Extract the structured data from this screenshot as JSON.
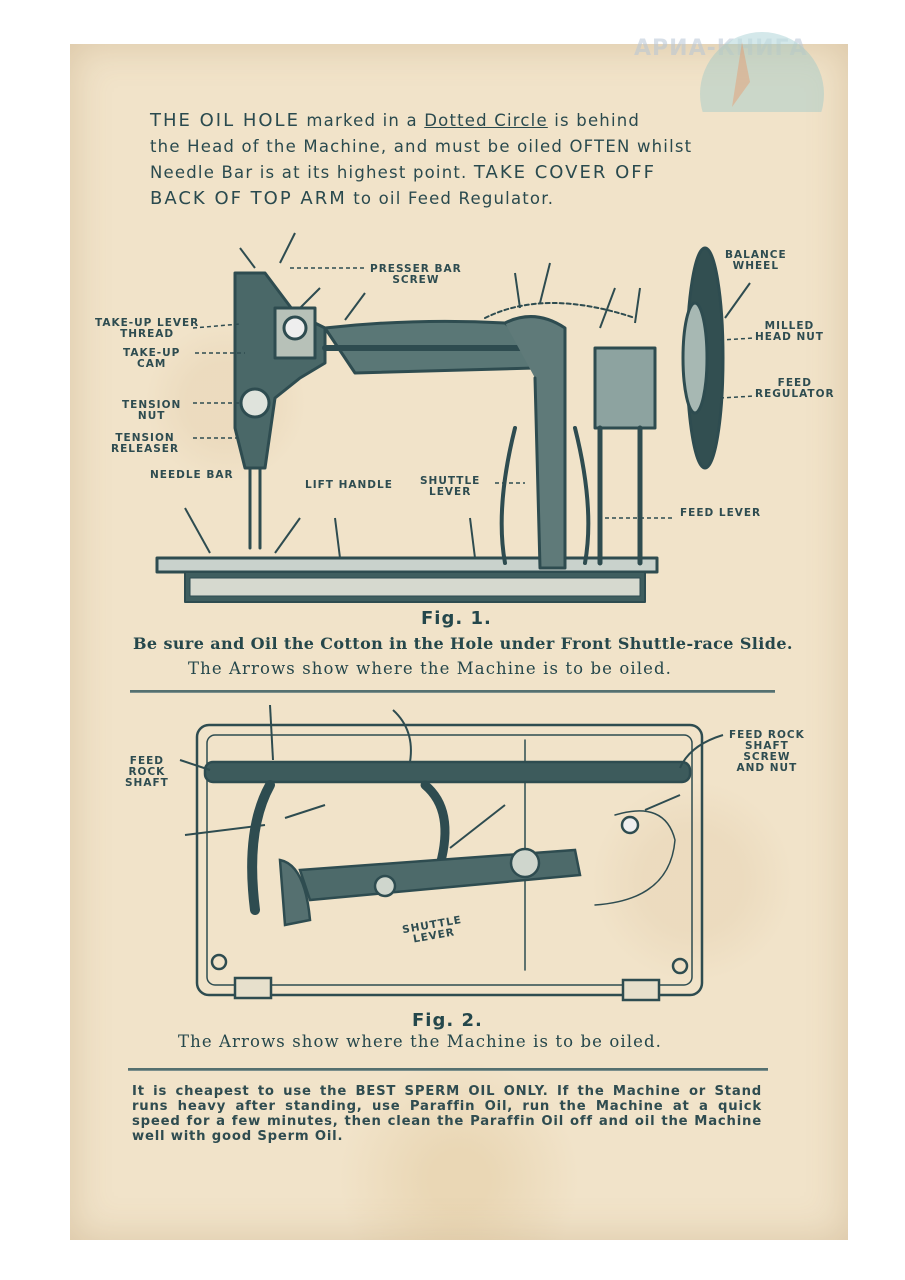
{
  "watermark": {
    "text": "АРИА-КНИГА"
  },
  "intro": {
    "l1a": "THE OIL HOLE",
    "l1b": " marked in a ",
    "l1c": "Dotted Circle",
    "l1d": " is behind",
    "l2": "the Head of the Machine, and must be oiled OFTEN whilst",
    "l3a": "Needle Bar is at its highest point.  ",
    "l3b": "TAKE COVER OFF",
    "l4a": "BACK OF TOP ARM",
    "l4b": " to oil Feed Regulator."
  },
  "fig1": {
    "labels": {
      "presser_bar_screw": "PRESSER BAR\nSCREW",
      "balance_wheel": "BALANCE\nWHEEL",
      "take_up_lever_thread": "TAKE-UP LEVER\nTHREAD",
      "take_up_cam": "TAKE-UP\nCAM",
      "milled_head_nut": "MILLED\nHEAD NUT",
      "feed_regulator": "FEED\nREGULATOR",
      "tension_nut": "TENSION\nNUT",
      "tension_releaser": "TENSION\nRELEASER",
      "needle_bar": "NEEDLE BAR",
      "lift_handle": "LIFT HANDLE",
      "shuttle_lever": "SHUTTLE\nLEVER",
      "feed_lever": "FEED LEVER"
    },
    "title": "Fig. 1.",
    "caption1": "Be sure and Oil the Cotton in the Hole under Front Shuttle-race Slide.",
    "caption2": "The Arrows show where the Machine is to be oiled."
  },
  "fig2": {
    "labels": {
      "feed_rock_shaft": "FEED\nROCK\nSHAFT",
      "feed_rock_shaft_screw": "FEED ROCK\nSHAFT\nSCREW\nAND NUT",
      "shuttle_lever": "SHUTTLE\nLEVER"
    },
    "title": "Fig. 2.",
    "caption": "The Arrows show where the Machine is to be oiled."
  },
  "footer": {
    "text": "It is cheapest to use the BEST SPERM OIL ONLY.  If the Machine or Stand runs heavy after standing, use Paraffin Oil, run the Machine at a quick speed for a few minutes, then clean the Paraffin Oil off and oil the Machine well with good Sperm Oil."
  },
  "colors": {
    "ink": "#2a4a4e",
    "paper": "#f1e3c9"
  }
}
